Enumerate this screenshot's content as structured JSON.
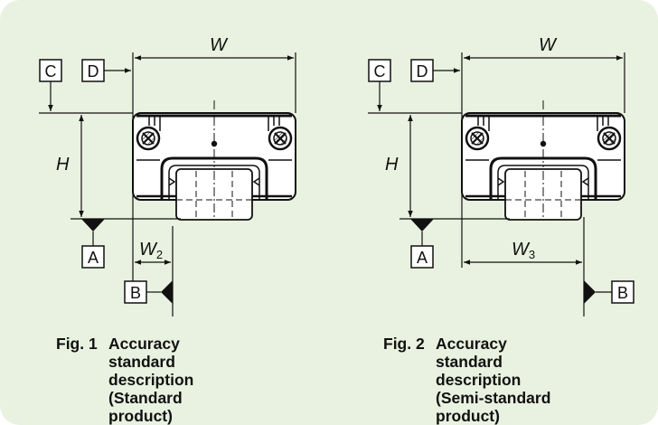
{
  "figures": [
    {
      "number_label": "Fig. 1",
      "caption": "Accuracy standard description (Standard product)",
      "labels": {
        "width": "W",
        "height": "H",
        "width_offset_main": "W",
        "width_offset_sub": "2",
        "ref_a": "A",
        "ref_b": "B",
        "ref_c": "C",
        "ref_d": "D"
      }
    },
    {
      "number_label": "Fig. 2",
      "caption": "Accuracy standard description (Semi-standard product)",
      "labels": {
        "width": "W",
        "height": "H",
        "width_offset_main": "W",
        "width_offset_sub": "3",
        "ref_a": "A",
        "ref_b": "B",
        "ref_c": "C",
        "ref_d": "D"
      }
    }
  ],
  "colors": {
    "panel_background": "#e9f2e0",
    "line": "#111111"
  }
}
